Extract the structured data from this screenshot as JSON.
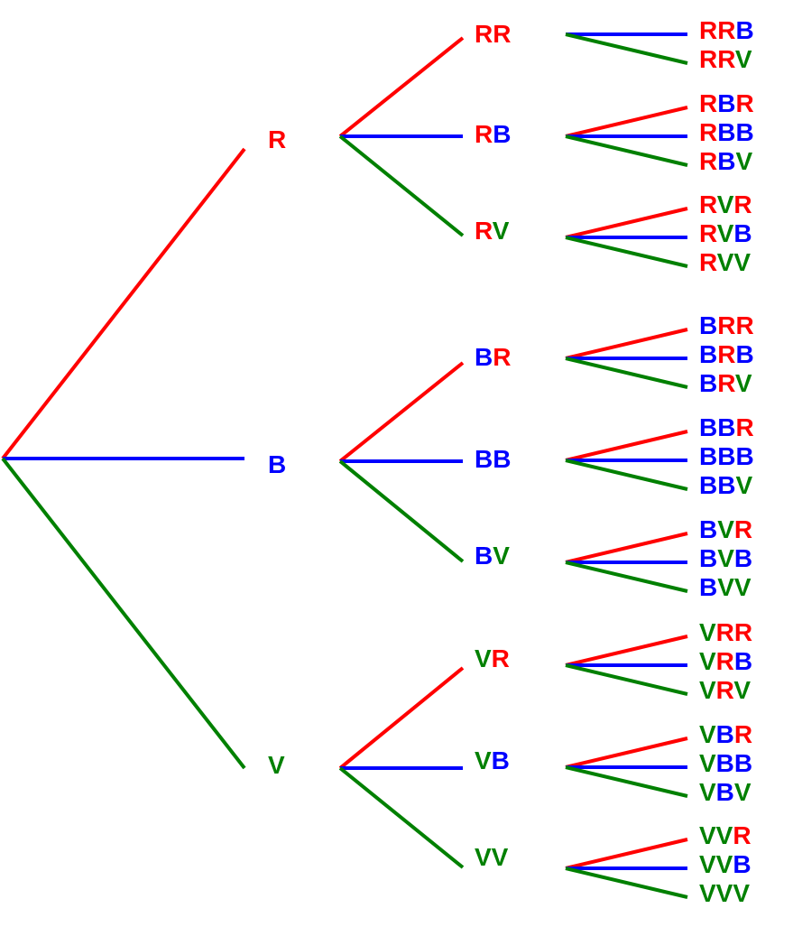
{
  "colors": {
    "R": "#ff0000",
    "B": "#0000ff",
    "V": "#008000"
  },
  "tree": [
    {
      "label": "R",
      "children": [
        {
          "label": "RR",
          "children": [
            "RRB",
            "RRV"
          ]
        },
        {
          "label": "RB",
          "children": [
            "RBR",
            "RBB",
            "RBV"
          ]
        },
        {
          "label": "RV",
          "children": [
            "RVR",
            "RVB",
            "RVV"
          ]
        }
      ]
    },
    {
      "label": "B",
      "children": [
        {
          "label": "BR",
          "children": [
            "BRR",
            "BRB",
            "BRV"
          ]
        },
        {
          "label": "BB",
          "children": [
            "BBR",
            "BBB",
            "BBV"
          ]
        },
        {
          "label": "BV",
          "children": [
            "BVR",
            "BVB",
            "BVV"
          ]
        }
      ]
    },
    {
      "label": "V",
      "children": [
        {
          "label": "VR",
          "children": [
            "VRR",
            "VRB",
            "VRV"
          ]
        },
        {
          "label": "VB",
          "children": [
            "VBR",
            "VBB",
            "VBV"
          ]
        },
        {
          "label": "VV",
          "children": [
            "VVR",
            "VVB",
            "VVV"
          ]
        }
      ]
    }
  ]
}
